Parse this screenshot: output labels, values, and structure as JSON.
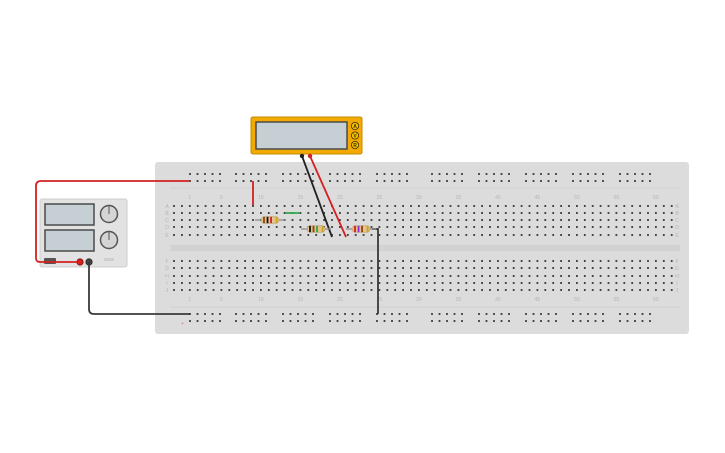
{
  "breadboard": {
    "column_numbers": [
      "1",
      "5",
      "10",
      "15",
      "20",
      "25",
      "30",
      "35",
      "40",
      "45",
      "50",
      "55",
      "60"
    ],
    "row_letters_top": [
      "A",
      "B",
      "C",
      "D",
      "E"
    ],
    "row_letters_bottom": [
      "F",
      "G",
      "H",
      "I",
      "J"
    ],
    "rail_symbol": "+"
  },
  "multimeter": {
    "mode_buttons": [
      "A",
      "V",
      "R"
    ],
    "colors": {
      "body": "#f2a900",
      "screen": "#c6d0d4"
    }
  },
  "power_supply": {
    "colors": {
      "body": "#e2e2e2",
      "screen": "#c6d0d4"
    }
  },
  "wires": {
    "colors": {
      "red": "#d42020",
      "black": "#3a3a3a",
      "green": "#2fa84f"
    }
  },
  "resistors": [
    {
      "name": "resistor-1",
      "bands": [
        "#8b4513",
        "#111111",
        "#d42020",
        "#c9a227"
      ]
    },
    {
      "name": "resistor-2",
      "bands": [
        "#111111",
        "#8b4513",
        "#2fa84f",
        "#c9a227"
      ]
    },
    {
      "name": "resistor-3",
      "bands": [
        "#d42020",
        "#8a2be2",
        "#8b4513",
        "#c9a227"
      ]
    }
  ]
}
